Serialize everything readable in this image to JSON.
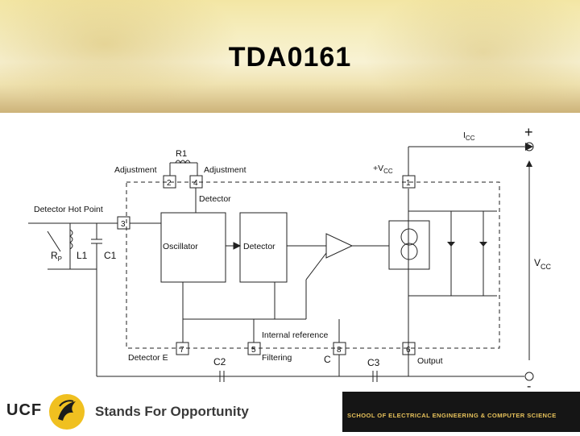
{
  "title": "TDA0161",
  "diagram": {
    "labels": {
      "icc": "I",
      "icc_sub": "CC",
      "plus": "+",
      "minus": "-",
      "r1": "R1",
      "adjustment_left": "Adjustment",
      "adjustment_right": "Adjustment",
      "vcc_plus": "+V",
      "vcc_plus_sub": "CC",
      "detector_label": "Detector",
      "detector_hot_point": "Detector Hot Point",
      "oscillator": "Oscillator",
      "detector_block": "Detector",
      "rp": "R",
      "rp_sub": "P",
      "l1": "L1",
      "c1": "C1",
      "vcc_side": "V",
      "vcc_side_sub": "CC",
      "internal_reference": "Internal reference",
      "detector_e": "Detector  E",
      "filtering": "Filtering",
      "c": "C",
      "output": "Output",
      "c2": "C2",
      "c3": "C3",
      "pin1": "1",
      "pin2": "2",
      "pin3": "3",
      "pin4": "4",
      "pin5": "5",
      "pin6": "6",
      "pin7": "7",
      "pin8": "8"
    }
  },
  "footer": {
    "ucf": "UCF",
    "tagline": "Stands For Opportunity",
    "school": "SCHOOL OF ELECTRICAL ENGINEERING & COMPUTER SCIENCE"
  },
  "colors": {
    "title_band": "#f3e6a4",
    "school_bg": "#151515",
    "school_text": "#e6c15a",
    "logo_gold": "#f0c020"
  }
}
